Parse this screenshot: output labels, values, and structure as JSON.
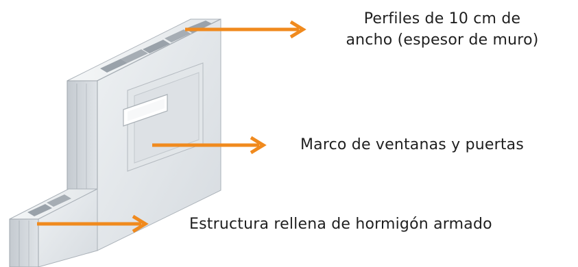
{
  "labels": {
    "perfiles_line1": "Perfiles de 10 cm de",
    "perfiles_line2": "ancho (espesor de muro)",
    "marco": "Marco de ventanas y puertas",
    "estructura": "Estructura rellena de hormigón armado"
  },
  "colors": {
    "arrow": "#F08A1E",
    "text": "#1F1F1F",
    "panel_light": "#E9ECEF",
    "panel_mid": "#D3D8DD",
    "panel_dark": "#B5BCC3"
  },
  "icons": {
    "arrow": "arrow-right-icon"
  }
}
